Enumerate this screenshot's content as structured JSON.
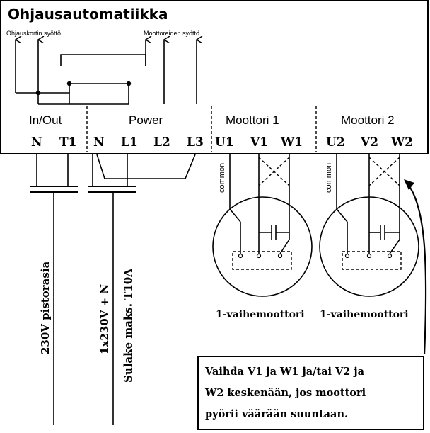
{
  "title": "Ohjausautomatiikka",
  "supply_labels": {
    "control": "Ohjauskortin syöttö",
    "motors": "Moottoreiden syöttö"
  },
  "groups": {
    "inout": "In/Out",
    "power": "Power",
    "motor1": "Moottori 1",
    "motor2": "Moottori 2"
  },
  "terminals": [
    "N",
    "T1",
    "N",
    "L1",
    "L2",
    "L3",
    "U1",
    "V1",
    "W1",
    "U2",
    "V2",
    "W2"
  ],
  "cables": {
    "socket": "230V pistorasia",
    "supply": "1x230V + N",
    "fuse": "Sulake maks. T10A"
  },
  "motor_common": "common",
  "motor_label": "1-vaihemoottori",
  "note_lines": [
    "Vaihda V1 ja W1 ja/tai V2 ja",
    "W2 keskenään, jos moottori",
    "pyörii väärään suuntaan."
  ]
}
